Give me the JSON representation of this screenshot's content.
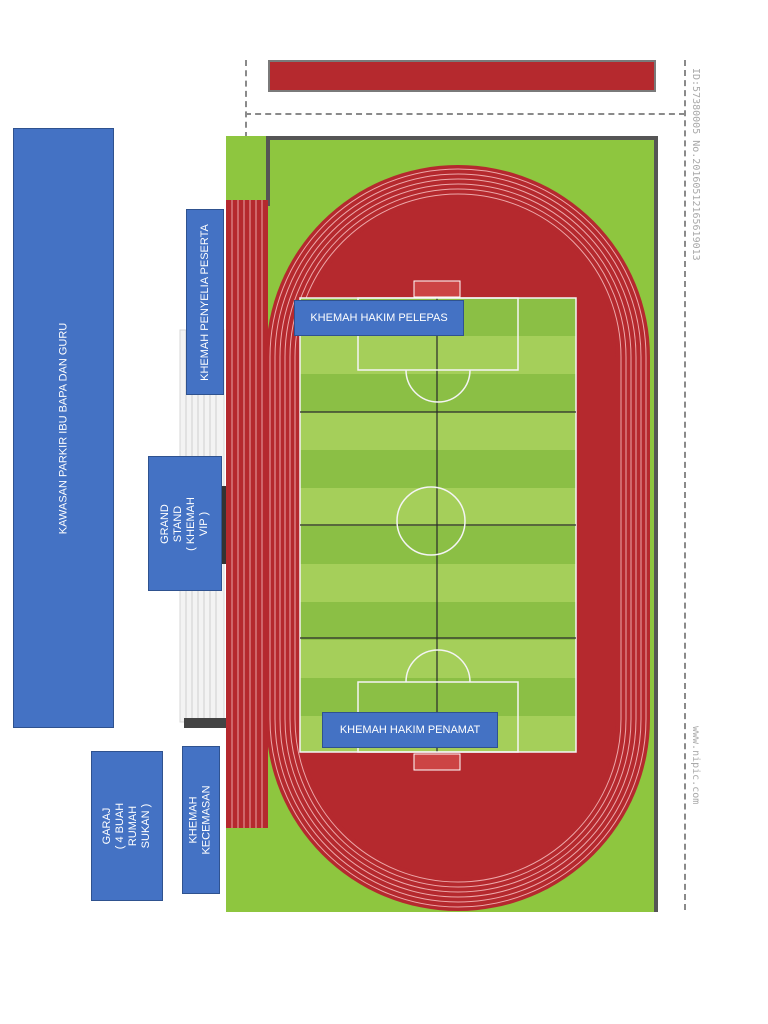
{
  "labels": {
    "parkir": "KAWASAN PARKIR IBU BAPA DAN GURU",
    "penyelia": "KHEMAH PENYELIA PESERTA",
    "grandstand": "GRAND STAND\n( KHEMAH VIP )",
    "pelepas": "KHEMAH HAKIM PELEPAS",
    "penamat": "KHEMAH HAKIM PENAMAT",
    "garaj": "GARAJ\n( 4 BUAH RUMAH\nSUKAN )",
    "kecemasan": "KHEMAH\nKECEMASAN"
  },
  "watermarks": {
    "top": "ID:57380005 No.20160512165619013",
    "bottom": "www.nipic.com"
  },
  "colors": {
    "label_box": "#4472c4",
    "track": "#b5292e",
    "grass": "#8ec63f",
    "field_light": "#a5cf5a",
    "field_dark": "#8bbf45"
  }
}
